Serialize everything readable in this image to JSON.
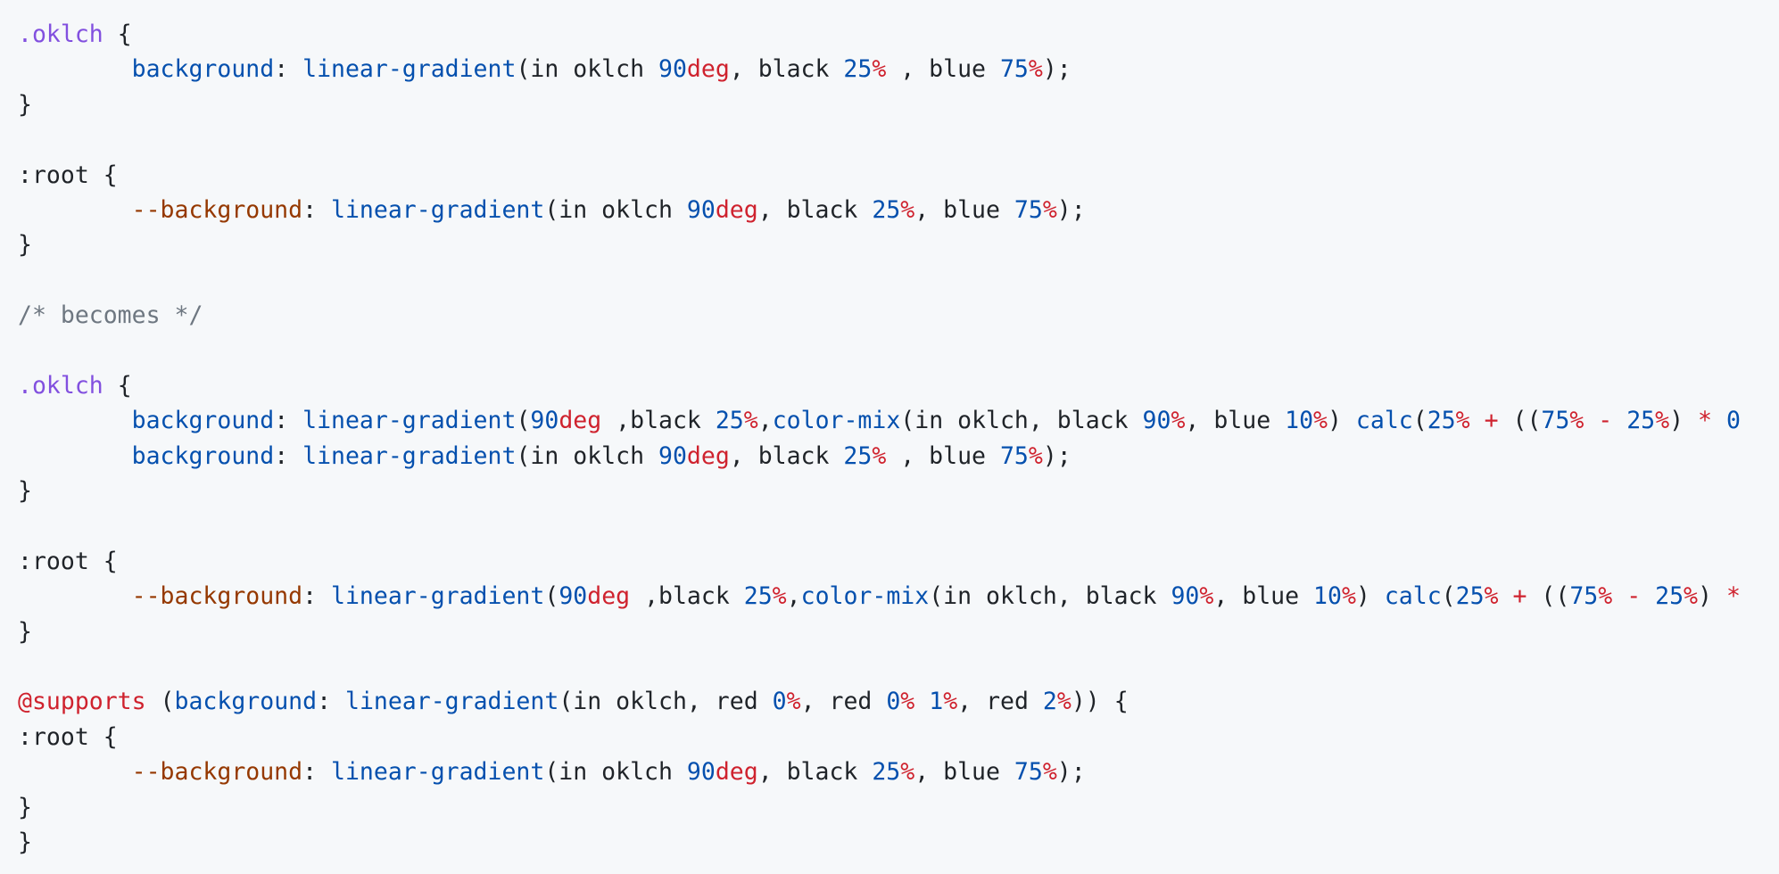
{
  "colors": {
    "background": "#f6f8fa",
    "selector": "#8250df",
    "property": "#0550ae",
    "function": "#0550ae",
    "number": "#0550ae",
    "unit": "#cf222e",
    "operator": "#cf222e",
    "variable": "#953800",
    "comment": "#6e7781",
    "at_rule": "#cf222e",
    "plain": "#1f2328"
  },
  "code": {
    "lines": [
      [
        [
          "selector",
          ".oklch"
        ],
        [
          "plain",
          " {"
        ]
      ],
      [
        [
          "plain",
          "        "
        ],
        [
          "prop",
          "background"
        ],
        [
          "plain",
          ": "
        ],
        [
          "fn",
          "linear-gradient"
        ],
        [
          "plain",
          "(in oklch "
        ],
        [
          "num",
          "90"
        ],
        [
          "unit",
          "deg"
        ],
        [
          "plain",
          ", black "
        ],
        [
          "num",
          "25"
        ],
        [
          "unit",
          "%"
        ],
        [
          "plain",
          " , blue "
        ],
        [
          "num",
          "75"
        ],
        [
          "unit",
          "%"
        ],
        [
          "plain",
          ");"
        ]
      ],
      [
        [
          "plain",
          "}"
        ]
      ],
      [],
      [
        [
          "plain",
          ":root {"
        ]
      ],
      [
        [
          "plain",
          "        "
        ],
        [
          "var",
          "--background"
        ],
        [
          "plain",
          ": "
        ],
        [
          "fn",
          "linear-gradient"
        ],
        [
          "plain",
          "(in oklch "
        ],
        [
          "num",
          "90"
        ],
        [
          "unit",
          "deg"
        ],
        [
          "plain",
          ", black "
        ],
        [
          "num",
          "25"
        ],
        [
          "unit",
          "%"
        ],
        [
          "plain",
          ", blue "
        ],
        [
          "num",
          "75"
        ],
        [
          "unit",
          "%"
        ],
        [
          "plain",
          ");"
        ]
      ],
      [
        [
          "plain",
          "}"
        ]
      ],
      [],
      [
        [
          "comment",
          "/* becomes */"
        ]
      ],
      [],
      [
        [
          "selector",
          ".oklch"
        ],
        [
          "plain",
          " {"
        ]
      ],
      [
        [
          "plain",
          "        "
        ],
        [
          "prop",
          "background"
        ],
        [
          "plain",
          ": "
        ],
        [
          "fn",
          "linear-gradient"
        ],
        [
          "plain",
          "("
        ],
        [
          "num",
          "90"
        ],
        [
          "unit",
          "deg"
        ],
        [
          "plain",
          " ,black "
        ],
        [
          "num",
          "25"
        ],
        [
          "unit",
          "%"
        ],
        [
          "plain",
          ","
        ],
        [
          "fn",
          "color-mix"
        ],
        [
          "plain",
          "(in oklch, black "
        ],
        [
          "num",
          "90"
        ],
        [
          "unit",
          "%"
        ],
        [
          "plain",
          ", blue "
        ],
        [
          "num",
          "10"
        ],
        [
          "unit",
          "%"
        ],
        [
          "plain",
          ") "
        ],
        [
          "fn",
          "calc"
        ],
        [
          "plain",
          "("
        ],
        [
          "num",
          "25"
        ],
        [
          "unit",
          "%"
        ],
        [
          "plain",
          " "
        ],
        [
          "op",
          "+"
        ],
        [
          "plain",
          " (("
        ],
        [
          "num",
          "75"
        ],
        [
          "unit",
          "%"
        ],
        [
          "plain",
          " "
        ],
        [
          "op",
          "-"
        ],
        [
          "plain",
          " "
        ],
        [
          "num",
          "25"
        ],
        [
          "unit",
          "%"
        ],
        [
          "plain",
          ") "
        ],
        [
          "op",
          "*"
        ],
        [
          "plain",
          " "
        ],
        [
          "num",
          "0"
        ]
      ],
      [
        [
          "plain",
          "        "
        ],
        [
          "prop",
          "background"
        ],
        [
          "plain",
          ": "
        ],
        [
          "fn",
          "linear-gradient"
        ],
        [
          "plain",
          "(in oklch "
        ],
        [
          "num",
          "90"
        ],
        [
          "unit",
          "deg"
        ],
        [
          "plain",
          ", black "
        ],
        [
          "num",
          "25"
        ],
        [
          "unit",
          "%"
        ],
        [
          "plain",
          " , blue "
        ],
        [
          "num",
          "75"
        ],
        [
          "unit",
          "%"
        ],
        [
          "plain",
          ");"
        ]
      ],
      [
        [
          "plain",
          "}"
        ]
      ],
      [],
      [
        [
          "plain",
          ":root {"
        ]
      ],
      [
        [
          "plain",
          "        "
        ],
        [
          "var",
          "--background"
        ],
        [
          "plain",
          ": "
        ],
        [
          "fn",
          "linear-gradient"
        ],
        [
          "plain",
          "("
        ],
        [
          "num",
          "90"
        ],
        [
          "unit",
          "deg"
        ],
        [
          "plain",
          " ,black "
        ],
        [
          "num",
          "25"
        ],
        [
          "unit",
          "%"
        ],
        [
          "plain",
          ","
        ],
        [
          "fn",
          "color-mix"
        ],
        [
          "plain",
          "(in oklch, black "
        ],
        [
          "num",
          "90"
        ],
        [
          "unit",
          "%"
        ],
        [
          "plain",
          ", blue "
        ],
        [
          "num",
          "10"
        ],
        [
          "unit",
          "%"
        ],
        [
          "plain",
          ") "
        ],
        [
          "fn",
          "calc"
        ],
        [
          "plain",
          "("
        ],
        [
          "num",
          "25"
        ],
        [
          "unit",
          "%"
        ],
        [
          "plain",
          " "
        ],
        [
          "op",
          "+"
        ],
        [
          "plain",
          " (("
        ],
        [
          "num",
          "75"
        ],
        [
          "unit",
          "%"
        ],
        [
          "plain",
          " "
        ],
        [
          "op",
          "-"
        ],
        [
          "plain",
          " "
        ],
        [
          "num",
          "25"
        ],
        [
          "unit",
          "%"
        ],
        [
          "plain",
          ") "
        ],
        [
          "op",
          "*"
        ]
      ],
      [
        [
          "plain",
          "}"
        ]
      ],
      [],
      [
        [
          "at",
          "@supports"
        ],
        [
          "plain",
          " ("
        ],
        [
          "prop",
          "background"
        ],
        [
          "plain",
          ": "
        ],
        [
          "fn",
          "linear-gradient"
        ],
        [
          "plain",
          "(in oklch, red "
        ],
        [
          "num",
          "0"
        ],
        [
          "unit",
          "%"
        ],
        [
          "plain",
          ", red "
        ],
        [
          "num",
          "0"
        ],
        [
          "unit",
          "%"
        ],
        [
          "plain",
          " "
        ],
        [
          "num",
          "1"
        ],
        [
          "unit",
          "%"
        ],
        [
          "plain",
          ", red "
        ],
        [
          "num",
          "2"
        ],
        [
          "unit",
          "%"
        ],
        [
          "plain",
          ")) {"
        ]
      ],
      [
        [
          "plain",
          ":root {"
        ]
      ],
      [
        [
          "plain",
          "        "
        ],
        [
          "var",
          "--background"
        ],
        [
          "plain",
          ": "
        ],
        [
          "fn",
          "linear-gradient"
        ],
        [
          "plain",
          "(in oklch "
        ],
        [
          "num",
          "90"
        ],
        [
          "unit",
          "deg"
        ],
        [
          "plain",
          ", black "
        ],
        [
          "num",
          "25"
        ],
        [
          "unit",
          "%"
        ],
        [
          "plain",
          ", blue "
        ],
        [
          "num",
          "75"
        ],
        [
          "unit",
          "%"
        ],
        [
          "plain",
          ");"
        ]
      ],
      [
        [
          "plain",
          "}"
        ]
      ],
      [
        [
          "plain",
          "}"
        ]
      ]
    ]
  }
}
